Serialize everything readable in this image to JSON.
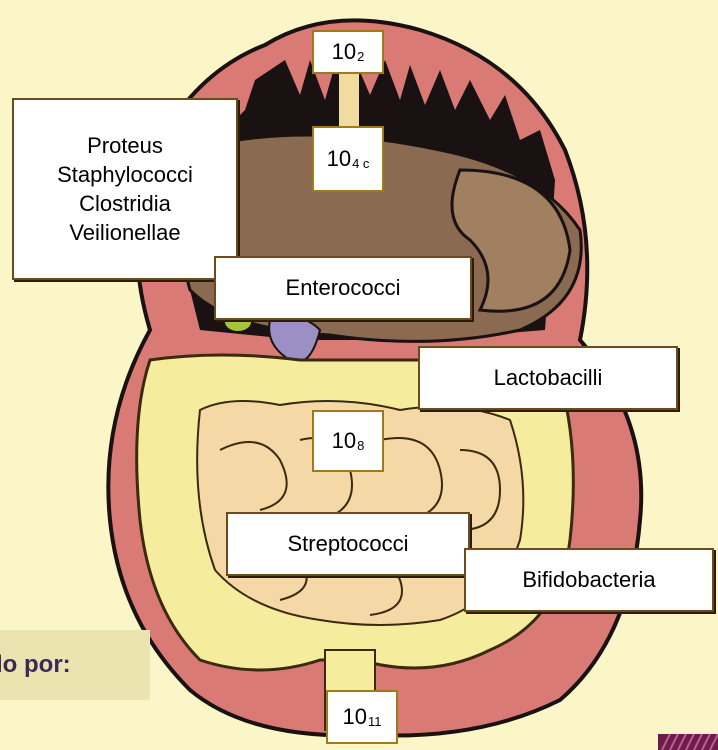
{
  "title": "",
  "counts": {
    "c1": {
      "base": "10",
      "exp": "2"
    },
    "c2": {
      "base": "10",
      "exp": "4 c"
    },
    "c3": {
      "base": "10",
      "exp": "8"
    },
    "c4": {
      "base": "10",
      "exp": "11"
    }
  },
  "labels": {
    "stomach_group": [
      "Proteus",
      "Staphylococci",
      "Clostridia",
      "Veilionellae"
    ],
    "enterococci": "Enterococci",
    "lactobacilli": "Lactobacilli",
    "streptococci": "Streptococci",
    "bifidobacteria": "Bifidobacteria"
  },
  "caption": "lo por:",
  "colors": {
    "background": "#fbf6c8",
    "body_outline": "#d97a75",
    "spikes": "#1a1212",
    "organs": "#8a6a50",
    "intestine": "#f6ec9e",
    "bowel_outline": "#3a2a10"
  }
}
